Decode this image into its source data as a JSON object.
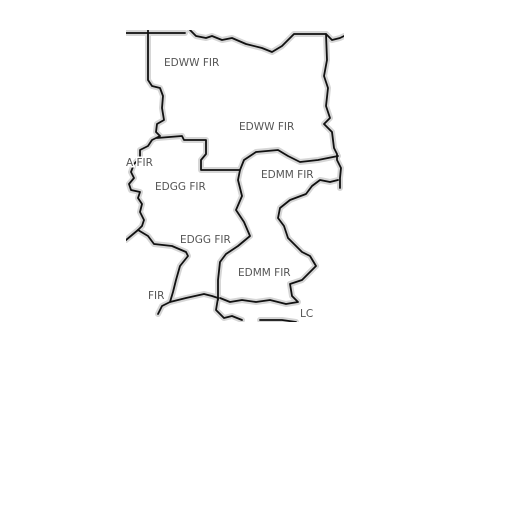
{
  "map": {
    "labels": {
      "edww_north": "EDWW FIR",
      "edww_south": "EDWW FIR",
      "edgg_north": "EDGG FIR",
      "edgg_south": "EDGG FIR",
      "edmm_north": "EDMM FIR",
      "edmm_south": "EDMM FIR",
      "west_partial": "A FIR",
      "southwest_partial": "FIR",
      "southeast_partial": "LC"
    }
  }
}
